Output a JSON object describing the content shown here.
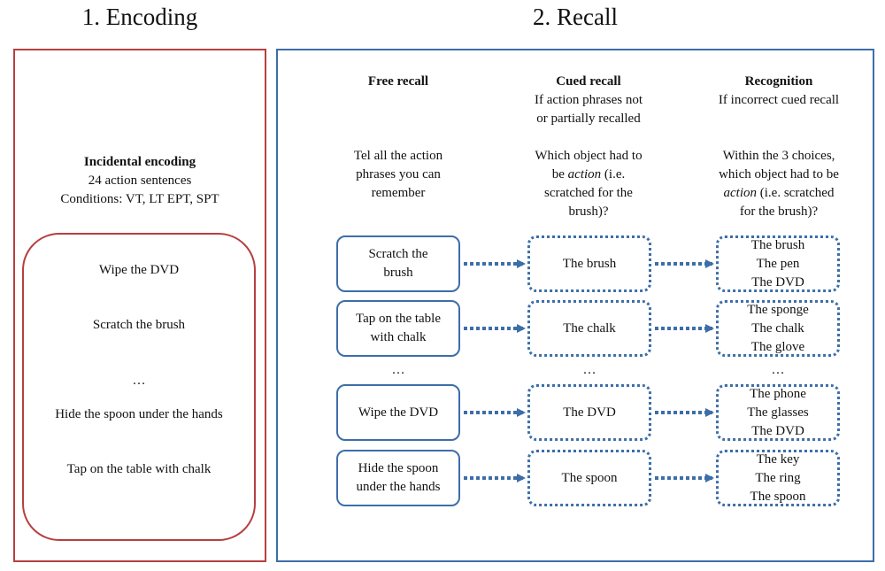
{
  "encoding": {
    "heading": "1. Encoding",
    "title": "Incidental encoding",
    "subtitle": "24 action sentences",
    "conditions": "Conditions:  VT, LT EPT, SPT",
    "sentences": [
      "Wipe the DVD",
      "Scratch the brush",
      "…",
      "Hide the spoon under the hands",
      "Tap on the table with chalk"
    ]
  },
  "recall": {
    "heading": "2. Recall",
    "free": {
      "title": "Free recall",
      "instruction_l1": "Tel all the action",
      "instruction_l2": "phrases you can",
      "instruction_l3": "remember"
    },
    "cued": {
      "title": "Cued recall",
      "condition_l1": "If action phrases not",
      "condition_l2": "or partially  recalled",
      "instruction_l1": "Which object had to",
      "instruction_l2a": "be ",
      "instruction_l2b": "action",
      "instruction_l2c": " (i.e.",
      "instruction_l3": "scratched for the",
      "instruction_l4": "brush)?"
    },
    "recognition": {
      "title": "Recognition",
      "condition": "If incorrect  cued recall",
      "instruction_l1": "Within  the 3 choices,",
      "instruction_l2": "which object had to be",
      "instruction_l3a": "action",
      "instruction_l3b": " (i.e. scratched",
      "instruction_l4": "for the brush)?"
    },
    "ellipsis": "…",
    "rows": [
      {
        "phrase_l1": "Scratch the",
        "phrase_l2": "brush",
        "cue": "The brush",
        "choices": [
          "The brush",
          "The pen",
          "The DVD"
        ]
      },
      {
        "phrase_l1": "Tap on the table",
        "phrase_l2": "with chalk",
        "cue": "The chalk",
        "choices": [
          "The sponge",
          "The chalk",
          "The glove"
        ]
      },
      {
        "phrase_l1": "Wipe the DVD",
        "phrase_l2": "",
        "cue": "The DVD",
        "choices": [
          "The phone",
          "The glasses",
          "The DVD"
        ]
      },
      {
        "phrase_l1": "Hide the spoon",
        "phrase_l2": "under the hands",
        "cue": "The spoon",
        "choices": [
          "The key",
          "The ring",
          "The spoon"
        ]
      }
    ]
  },
  "colors": {
    "encoding": "#b5403f",
    "recall": "#3d6ea8"
  }
}
